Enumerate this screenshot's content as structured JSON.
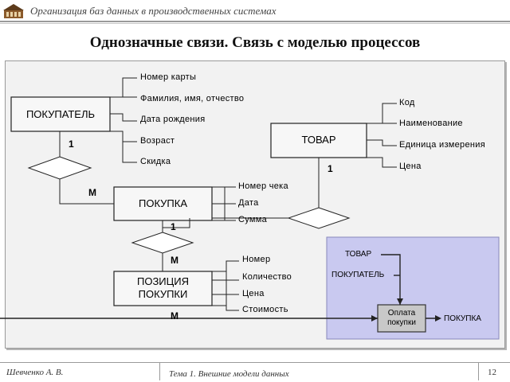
{
  "header": {
    "title": "Организация баз данных в производственных системах"
  },
  "slide": {
    "title": "Однозначные связи. Связь с моделью процессов"
  },
  "entities": {
    "buyer": "ПОКУПАТЕЛЬ",
    "product": "ТОВАР",
    "purchase": "ПОКУПКА",
    "position": "ПОЗИЦИЯ ПОКУПКИ"
  },
  "attributes": {
    "buyer": [
      "Номер карты",
      "Фамилия, имя, отчество",
      "Дата рождения",
      "Возраст",
      "Скидка"
    ],
    "product": [
      "Код",
      "Наименование",
      "Единица измерения",
      "Цена"
    ],
    "purchase": [
      "Номер чека",
      "Дата",
      "Сумма"
    ],
    "position": [
      "Номер",
      "Количество",
      "Цена",
      "Стоимость"
    ]
  },
  "cardinalities": {
    "buyer_one": "1",
    "purchase_many": "M",
    "product_one": "1",
    "purchase_one": "1",
    "position_many_top": "M",
    "position_many_bottom": "M"
  },
  "process": {
    "input_product": "ТОВАР",
    "input_buyer": "ПОКУПАТЕЛЬ",
    "box": "Оплата покупки",
    "output": "ПОКУПКА"
  },
  "footer": {
    "author": "Шевченко А. В.",
    "topic": "Тема 1. Внешние модели данных",
    "page": "12"
  },
  "colors": {
    "panel": "#f2f2f2",
    "process_area": "#c9c9f0",
    "process_box": "#c8c8c8"
  }
}
